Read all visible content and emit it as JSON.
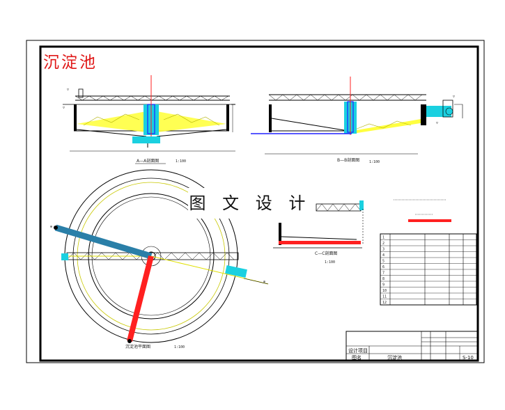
{
  "drawing": {
    "title": "沉淀池",
    "watermark": "图 文 设 计"
  },
  "views": {
    "section_aa_label": "A—A剖面图",
    "section_aa_scale": "1:100",
    "section_bb_label": "B—B剖面图",
    "section_bb_scale": "1:100",
    "section_cc_label": "C—C剖面图",
    "section_cc_scale": "1:100",
    "plan_label": "沉淀池平面图",
    "plan_scale": "1:100"
  },
  "title_block": {
    "project_label": "设计项目",
    "drawing_label": "图名",
    "drawing_name": "沉淀池",
    "sheet_no": "S-10"
  },
  "materials_table": {
    "rows": [
      [
        "1",
        "",
        "",
        "",
        ""
      ],
      [
        "2",
        "",
        "",
        "",
        ""
      ],
      [
        "3",
        "",
        "",
        "",
        ""
      ],
      [
        "4",
        "",
        "",
        "",
        ""
      ],
      [
        "5",
        "",
        "",
        "",
        ""
      ],
      [
        "6",
        "",
        "",
        "",
        ""
      ],
      [
        "7",
        "",
        "",
        "",
        ""
      ],
      [
        "8",
        "",
        "",
        "",
        ""
      ],
      [
        "9",
        "",
        "",
        "",
        ""
      ],
      [
        "10",
        "",
        "",
        "",
        ""
      ],
      [
        "11",
        "",
        "",
        "",
        ""
      ],
      [
        "12",
        "",
        "",
        "",
        ""
      ]
    ]
  },
  "colors": {
    "sludge_pipe": "#ff2020",
    "inlet_pipe": "#2a7fa8",
    "water": "#1ad0e0",
    "scraper": "#ffff40",
    "outline": "#000000",
    "blue_line": "#2020ff"
  }
}
